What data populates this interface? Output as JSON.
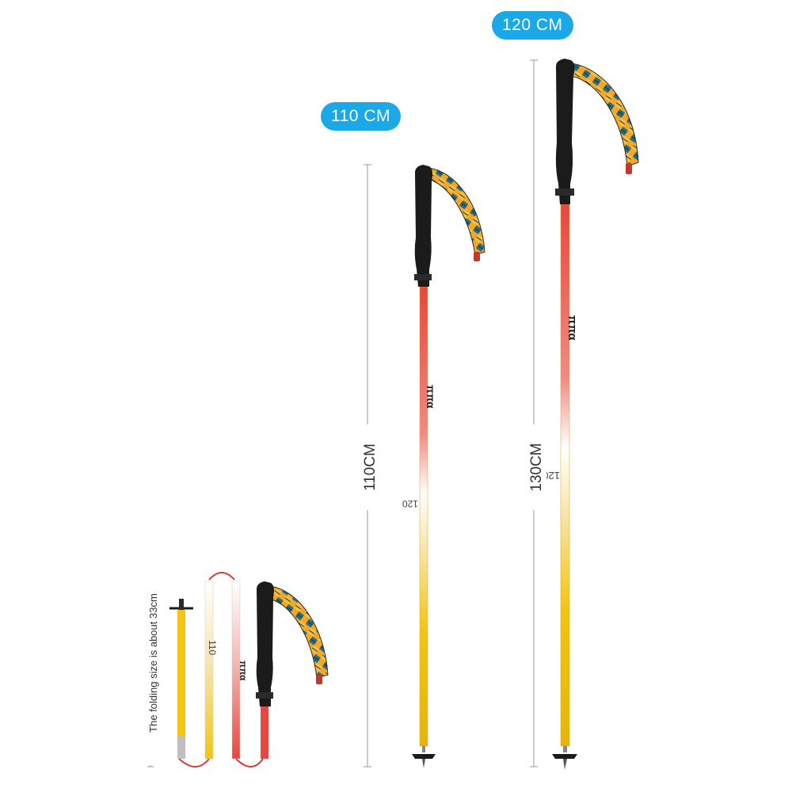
{
  "badges": {
    "short": "110 CM",
    "long": "120 CM"
  },
  "dimensions": {
    "short_pole": "110CM",
    "long_pole": "130CM",
    "folded_note": "The folding size is about 33cm"
  },
  "pole_marks": {
    "brand": "ππα",
    "size_110": "110",
    "size_120": "120"
  },
  "colors": {
    "badge": "#1aa8e8",
    "shaft_red": "#e8473e",
    "shaft_yellow": "#f2c414",
    "grip": "#1b1b1b",
    "strap_orange": "#f5a623",
    "strap_blue": "#1f6f8b"
  }
}
